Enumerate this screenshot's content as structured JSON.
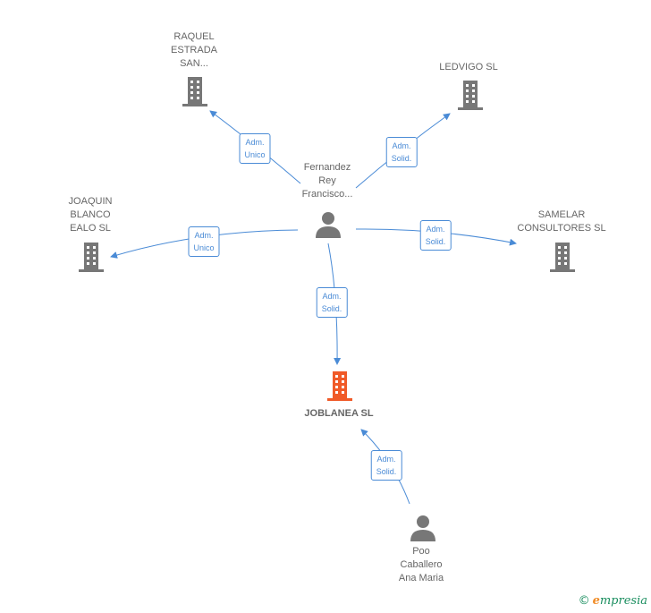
{
  "nodes": {
    "center": {
      "lines": [
        "Fernandez",
        "Rey",
        "Francisco..."
      ],
      "type": "person"
    },
    "raquel": {
      "lines": [
        "RAQUEL",
        "ESTRADA",
        "SAN..."
      ],
      "type": "company"
    },
    "ledvigo": {
      "lines": [
        "LEDVIGO  SL"
      ],
      "type": "company"
    },
    "joaquin": {
      "lines": [
        "JOAQUIN",
        "BLANCO",
        "EALO SL"
      ],
      "type": "company"
    },
    "samelar": {
      "lines": [
        "SAMELAR",
        "CONSULTORES SL"
      ],
      "type": "company"
    },
    "joblanea": {
      "lines": [
        "JOBLANEA SL"
      ],
      "type": "company-highlight"
    },
    "poo": {
      "lines": [
        "Poo",
        "Caballero",
        "Ana Maria"
      ],
      "type": "person"
    }
  },
  "edges": {
    "to_raquel": [
      "Adm.",
      "Unico"
    ],
    "to_ledvigo": [
      "Adm.",
      "Solid."
    ],
    "to_joaquin": [
      "Adm.",
      "Unico"
    ],
    "to_samelar": [
      "Adm.",
      "Solid."
    ],
    "to_joblanea": [
      "Adm.",
      "Solid."
    ],
    "poo_to_joblanea": [
      "Adm.",
      "Solid."
    ]
  },
  "colors": {
    "company": "#777777",
    "highlight": "#f05a28",
    "person": "#777777",
    "edge": "#4a8bd6"
  },
  "watermark": {
    "symbol": "©",
    "brand_initial": "e",
    "brand_rest": "mpresia"
  }
}
